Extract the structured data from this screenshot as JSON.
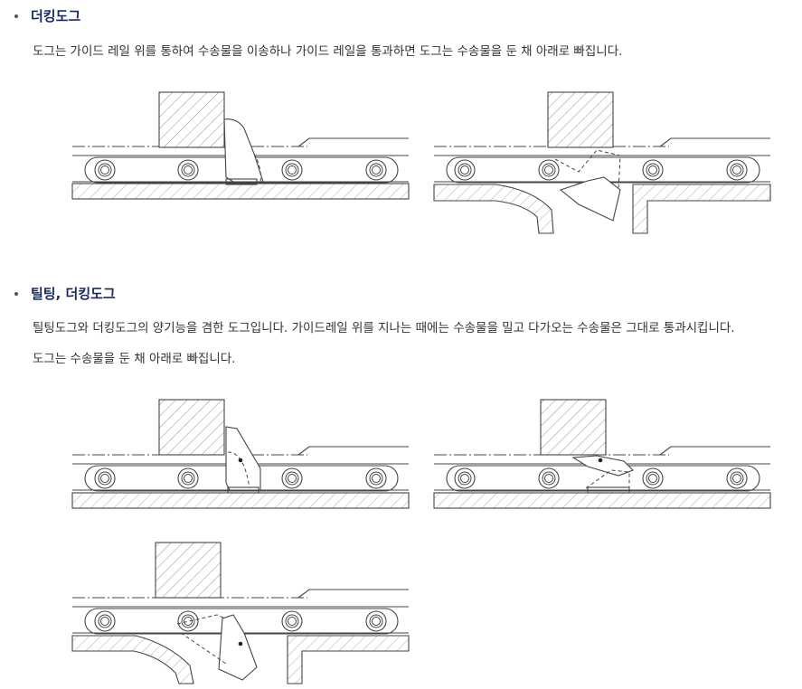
{
  "sections": [
    {
      "title": "더킹도그",
      "lines": [
        "도그는 가이드 레일 위를 통하여 수송물을 이송하나 가이드 레일을 통과하면 도그는 수송물을 둔 채 아래로 빠집니다."
      ]
    },
    {
      "title": "틸팅, 더킹도그",
      "lines": [
        "틸팅도그와 더킹도그의 양기능을 겸한 도그입니다. 가이드레일 위를 지나는 때에는 수송물을 밀고 다가오는 수송물은 그대로 통과시킵니다.",
        "도그는 수송물을 둔 채 아래로 빠집니다."
      ]
    }
  ]
}
